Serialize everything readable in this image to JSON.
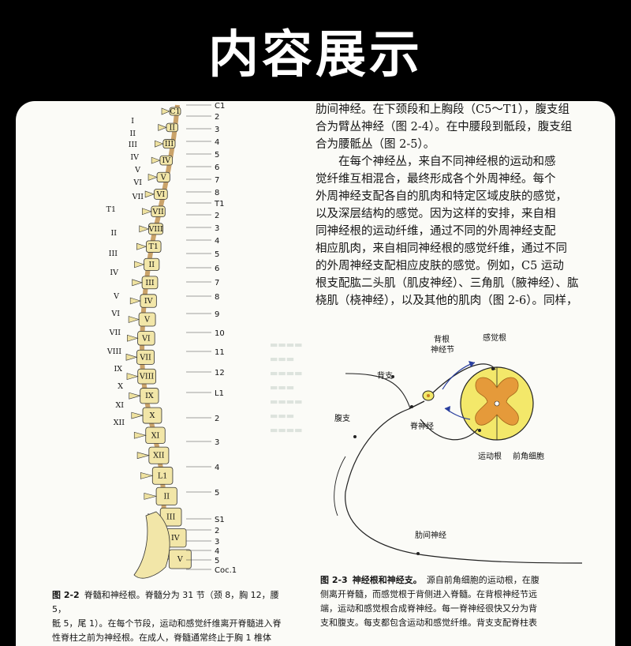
{
  "banner": {
    "title": "内容展示"
  },
  "page": {
    "body_lines": [
      "肋间神经。在下颈段和上胸段（C5～T1），腹支组",
      "合为臂丛神经（图 2-4）。在中腰段到骶段，腹支组",
      "合为腰骶丛（图 2-5）。",
      "　　在每个神经丛，来自不同神经根的运动和感",
      "觉纤维互相混合，最终形成各个外周神经。每个",
      "外周神经支配各自的肌肉和特定区域皮肤的感觉，",
      "以及深层结构的感觉。因为这样的安排，来自相",
      "同神经根的运动纤维，通过不同的外周神经支配",
      "相应肌肉，来自相同神经根的感觉纤维，通过不同",
      "的外周神经支配相应皮肤的感觉。例如，C5 运动",
      "根支配肱二头肌（肌皮神经）、三角肌（腋神经）、肱",
      "桡肌（桡神经），以及其他的肌肉（图 2-6）。同样，"
    ],
    "fig22": {
      "left_labels": [
        "I",
        "II",
        "III",
        "IV",
        "V",
        "VI",
        "VII",
        "T1",
        "II",
        "III",
        "IV",
        "V",
        "VI",
        "VII",
        "VIII",
        "IX",
        "X",
        "XI",
        "XII"
      ],
      "right_labels": [
        "C1",
        "2",
        "3",
        "4",
        "5",
        "6",
        "7",
        "8",
        "T1",
        "2",
        "3",
        "4",
        "5",
        "6",
        "7",
        "8",
        "9",
        "10",
        "11",
        "12",
        "L1",
        "2",
        "3",
        "4",
        "5",
        "S1",
        "2",
        "3",
        "4",
        "5",
        "Coc.1"
      ],
      "body_labels": [
        "C1",
        "II",
        "III",
        "IV",
        "V",
        "VI",
        "VII",
        "VIII",
        "T1",
        "II",
        "III",
        "IV",
        "V",
        "VI",
        "VII",
        "VIII",
        "IX",
        "X",
        "XI",
        "XII",
        "L1",
        "II",
        "III",
        "IV",
        "V"
      ],
      "caption_num": "图 2-2",
      "caption_lines": [
        "脊髓和神经根。脊髓分为 31 节（颈 8，胸 12，腰 5，",
        "骶 5，尾 1）。在每个节段，运动和感觉纤维离开脊髓进入脊",
        "性脊柱之前为神经根。在成人，脊髓通常终止于胸 1 椎体"
      ]
    },
    "fig23": {
      "labels": {
        "sensory_root": "感觉根",
        "dorsal_ganglion": "背根\n神经节",
        "dorsal_branch": "背支",
        "ventral_branch": "腹支",
        "spinal_nerve": "脊神经",
        "motor_root": "运动根",
        "anterior_horn": "前角细胞",
        "intercostal": "肋间神经"
      },
      "caption_num": "图 2-3",
      "caption_title": "神经根和神经支。",
      "caption_lines": [
        "源自前角细胞的运动根，在腹",
        "侧离开脊髓，而感觉根于背侧进入脊髓。在背根神经节远",
        "端，运动和感觉根合成脊神经。每一脊神经很快又分为背",
        "支和腹支。每支都包含运动和感觉纤维。背支支配脊柱表"
      ]
    }
  }
}
